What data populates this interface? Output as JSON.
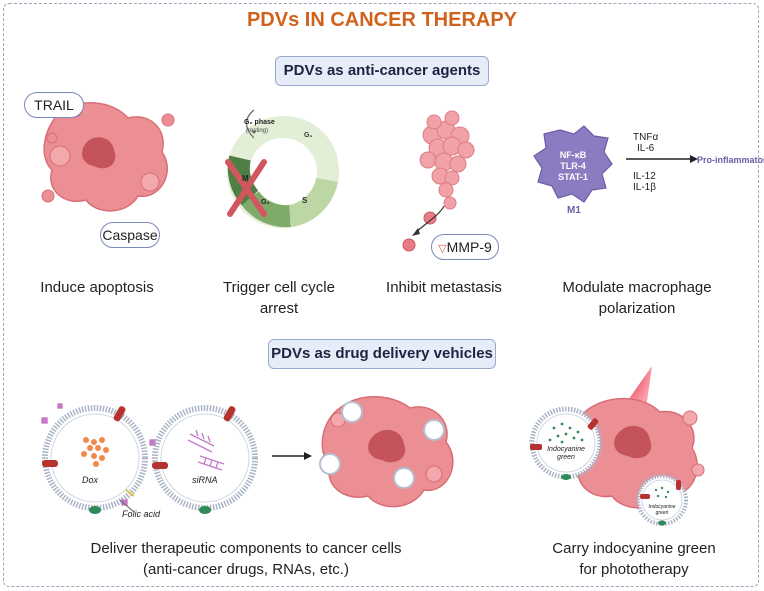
{
  "title": "PDVs IN CANCER THERAPY",
  "section1": "PDVs as anti-cancer agents",
  "section2": "PDVs as drug delivery vehicles",
  "apoptosis": {
    "trail": "TRAIL",
    "caspase": "Caspase",
    "caption": "Induce apoptosis"
  },
  "cellcycle": {
    "g0": "G₀ phase",
    "resting": "(resting)",
    "g1": "G₁",
    "s": "S",
    "g2": "G₂",
    "m": "M",
    "caption_line1": "Trigger cell cycle",
    "caption_line2": "arrest"
  },
  "metastasis": {
    "mmp9": "MMP-9",
    "caption": "Inhibit metastasis"
  },
  "macrophage": {
    "nfkb": "NF-κB",
    "tlr4": "TLR-4",
    "stat1": "STAT-1",
    "m1": "M1",
    "tnfa": "TNFα",
    "il6": "IL-6",
    "il12": "IL-12",
    "il1b": "IL-1β",
    "pro": "Pro-inflammatory",
    "caption_line1": "Modulate macrophage",
    "caption_line2": "polarization"
  },
  "delivery": {
    "dox": "Dox",
    "sirna": "siRNA",
    "folic": "Folic acid",
    "caption_line1": "Deliver therapeutic components to cancer cells",
    "caption_line2": "(anti-cancer drugs, RNAs, etc.)"
  },
  "phototherapy": {
    "icg1_line1": "Indocyanine",
    "icg1_line2": "green",
    "icg2_line1": "Indocyanine",
    "icg2_line2": "green",
    "caption_line1": "Carry indocyanine green",
    "caption_line2": "for phototherapy"
  },
  "colors": {
    "title": "#d0621c",
    "tumor": "#ec8f95",
    "tumor_dark": "#c4535b",
    "macrophage": "#8b7bc0",
    "section_bg": "#e7edf8"
  }
}
